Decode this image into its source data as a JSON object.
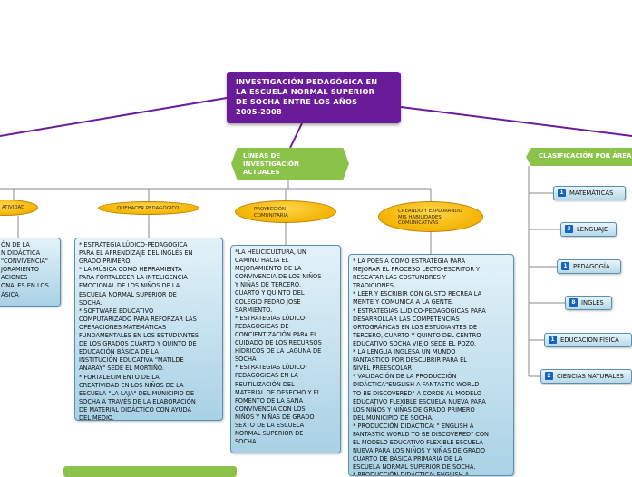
{
  "root": {
    "title_lines": [
      "INVESTIGACIÓN PEDAGÓGICA EN",
      "LA ESCUELA NORMAL SUPERIOR",
      "DE SOCHA ENTRE LOS AÑOS",
      "2005-2008"
    ]
  },
  "branches": {
    "lineas_lines": [
      "LÍNEAS DE",
      "INVESTIGACIÓN",
      "ACTUALES"
    ],
    "clasificacion": "CLASIFICACIÓN POR ÁREA"
  },
  "topics": {
    "creatividad": "ATIVIDAD",
    "quehacer": "QUEHACER PEDAGÓGICO",
    "proyeccion_lines": [
      "PROYECCIÓN",
      "COMUNITARIA"
    ],
    "creando_lines": [
      "CREANDO Y EXPLORANDO",
      "MIS HABILIDADES",
      "COMUNICATIVAS"
    ]
  },
  "cards": {
    "left_partial": "ÓN DE LA\nN DIDÁCTICA\n\"CONVIVENCIA\"\nJORAMIENTO\nACIONES\nONALES EN LOS\nÁSICA",
    "quehacer": "* ESTRATEGIA LÚDICO-PEDAGÓGICA\nPARA EL APRENDIZAJE DEL INGLÉS EN\nGRADO PRIMERO.\n* LA MÚSICA COMO HERRAMIENTA\nPARA FORTALECER LA INTELIGENCIA\nEMOCIONAL DE LOS NIÑOS DE LA\nESCUELA NORMAL SUPERIOR DE\nSOCHA.\n* SOFTWARE EDUCATIVO\nCOMPUTARIZADO PARA REFORZAR LAS\nOPERACIONES MATEMÁTICAS\nFUNDAMENTALES EN LOS ESTUDIANTES\nDE LOS GRADOS CUARTO Y QUINTO DE\nEDUCACIÓN BÁSICA DE LA\nINSTITUCIÓN EDUCATIVA \"MATILDE\nANARAY\" SEDE EL MORTIÑO.\n* FORTALECIMIENTO DE LA\nCREATIVIDAD EN LOS NIÑOS DE LA\nESCUELA  \"LA LAJA\" DEL MUNICIPIO DE\nSOCHA A TRAVÉS DE LA ELABORACIÓN\nDE MATERIAL DIDÁCTICO CON AYUDA\nDEL MEDIO.",
    "proyeccion": "*LA HELICICULTURA, UN\nCAMINO HACIA EL\nMEJORAMIENTO DE LA\nCONVIVENCIA DE LOS NIÑOS\nY NIÑAS DE TERCERO,\nCUARTO Y QUINTO DEL\nCOLEGIO PEDRO JOSE\nSARMIENTO.\n* ESTRATEGIAS LÚDICO-\nPEDAGÓGICAS DE\nCONCIENTIZACIÓN PARA EL\nCUIDADO DE LOS RECURSOS\nHÍDRICOS DE LA LAGUNA DE\nSOCHA\n* ESTRATEGIAS LÚDICO-\nPEDAGÓGICAS EN LA\nREUTILIZACIÓN DEL\nMATERIAL DE DESECHO Y EL\nFOMENTO DE LA SANA\nCONVIVENCIA CON LOS\nNIÑOS Y NIÑAS DE GRADO\nSEXTO DE LA ESCUELA\nNORMAL SUPERIOR DE\nSOCHA",
    "creando": "* LA POESÍA COMO ESTRATEGIA PARA\nMEJORAR EL PROCESO LECTO-ESCRITOR Y\nRESCATAR LAS COSTUMBRES Y\nTRADICIONES .\n* LEER Y ESCRIBIR CON GUSTO RECREA LA\nMENTE Y COMUNICA A LA GENTE.\n* ESTRATEGIAS LÚDICO-PEDAGÓGICAS PARA\nDESARROLLAR LAS COMPETENCIAS\nORTOGRÁFICAS EN LOS ESTUDIANTES DE\nTERCERO, CUARTO Y QUINTO DEL CENTRO\nEDUCATIVO SOCHA VIEJO SEDE EL POZO.\n* LA LENGUA  INGLESA UN MUNDO\nFANTASTICO POR  DESCUBRIR PARA EL\nNIVEL PREESCOLAR\n* VALIDACIÓN DE LA PRODUCCIÓN\nDIDÁCTICA\"ENGLISH A FANTASTIC WORLD\nTO BE DISCOVERED\" A CORDE  AL MODELO\nEDUCATIVO FLEXIBLE ESCUELA NUEVA PARA\nLOS NIÑOS Y NIÑAS DE GRADO PRIMERO\nDEL MUNICIPIO DE SOCHA.\n* PRODUCCIÓN DIDÁCTICA: \" ENGLISH A\nFANTASTIC WORLD TO BE DISCOVERED\" CON\nEL MODELO EDUCATIVO FLEXIBLE ESCUELA\nNUEVA PARA LOS NIÑOS Y NIÑAS DE GRADO\nCUARTO DE BÁSICA PRIMARIA DE LA\nESCUELA NORMAL SUPERIOR DE SOCHA.\n* PRODUCCIÓN DIDÁCTICA: ENGLISH A"
  },
  "areas": [
    {
      "count": "1",
      "label": "MATEMÁTICAS"
    },
    {
      "count": "3",
      "label": "LENGUAJE"
    },
    {
      "count": "1",
      "label": "PEDAGOGÍA"
    },
    {
      "count": "8",
      "label": "INGLÉS"
    },
    {
      "count": "1",
      "label": "EDUCACIÓN FÍSICA"
    },
    {
      "count": "2",
      "label": "CIENCIAS NATURALES"
    }
  ],
  "colors": {
    "root": "#6a1b9a",
    "branch": "#8bc34a",
    "topic": "#f4b400",
    "card": "#a9d1e5",
    "badge": "#1565c0"
  }
}
